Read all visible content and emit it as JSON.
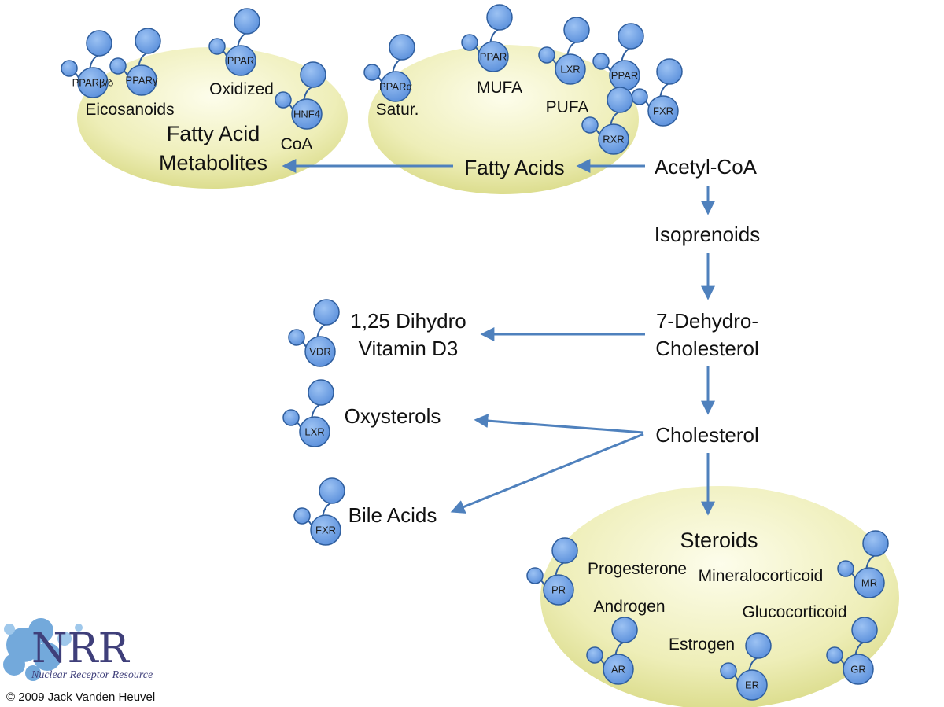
{
  "nodes": {
    "acetyl_coa": "Acetyl-CoA",
    "fatty_acids": "Fatty Acids",
    "fam_line1": "Fatty Acid",
    "fam_line2": "Metabolites",
    "isoprenoids": "Isoprenoids",
    "dhc_line1": "7-Dehydro-",
    "dhc_line2": "Cholesterol",
    "vitd_line1": "1,25 Dihydro",
    "vitd_line2": "Vitamin D3",
    "cholesterol": "Cholesterol",
    "oxysterols": "Oxysterols",
    "bile_acids": "Bile Acids",
    "steroids": "Steroids"
  },
  "ligands": {
    "eicosanoids": "Eicosanoids",
    "oxidized": "Oxidized",
    "coa": "CoA",
    "satur": "Satur.",
    "mufa": "MUFA",
    "pufa": "PUFA",
    "progesterone": "Progesterone",
    "mineralocorticoid": "Mineralocorticoid",
    "androgen": "Androgen",
    "glucocorticoid": "Glucocorticoid",
    "estrogen": "Estrogen"
  },
  "receptors": {
    "ppar_bd": "PPARβ/δ",
    "ppar_g": "PPARγ",
    "ppar_oxidized": "PPAR",
    "hnf4": "HNF4",
    "ppar_a": "PPARα",
    "ppar_mufa": "PPAR",
    "lxr_fa": "LXR",
    "ppar_pufa": "PPAR",
    "fxr_fa": "FXR",
    "rxr": "RXR",
    "vdr": "VDR",
    "lxr_oxy": "LXR",
    "fxr_bile": "FXR",
    "pr": "PR",
    "mr": "MR",
    "ar": "AR",
    "er": "ER",
    "gr": "GR"
  },
  "logo": {
    "mark": "NRR",
    "subtitle": "Nuclear Receptor Resource"
  },
  "copyright": "© 2009 Jack Vanden Heuvel",
  "colors": {
    "arrow": "#4f81bd",
    "receptor_fill": "#6b9ee6",
    "receptor_stroke": "#2f5e9e",
    "blob_center": "#fbfbe3",
    "blob_edge": "#e3e49c",
    "logo_splash": "#5b9bd5"
  }
}
